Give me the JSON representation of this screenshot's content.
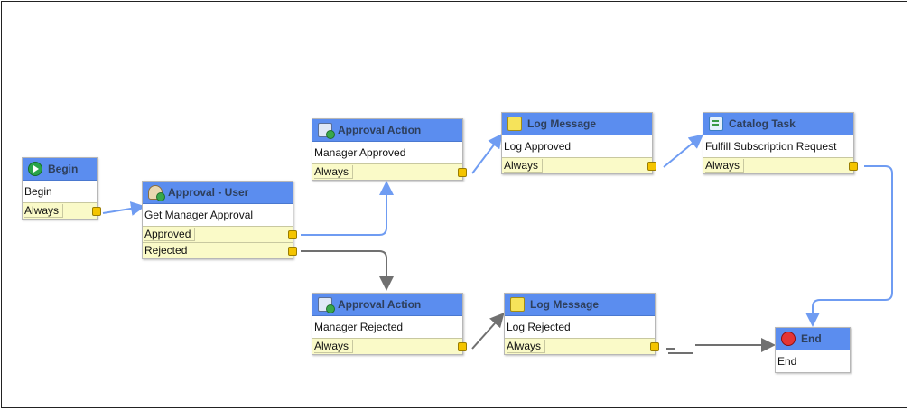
{
  "colors": {
    "active_wire": "#6f9cf2",
    "inactive_wire": "#707070",
    "header": "#5b8def",
    "condition_bg": "#fafac8",
    "port": "#f4c400"
  },
  "nodes": {
    "begin": {
      "title": "Begin",
      "body": "Begin",
      "cond": "Always",
      "icon": "play-icon"
    },
    "approval_user": {
      "title": "Approval - User",
      "body": "Get Manager Approval",
      "cond_approved": "Approved",
      "cond_rejected": "Rejected",
      "icon": "user-approval-icon"
    },
    "approval_action_top": {
      "title": "Approval Action",
      "body": "Manager Approved",
      "cond": "Always",
      "icon": "approval-action-icon"
    },
    "log_top": {
      "title": "Log Message",
      "body": "Log Approved",
      "cond": "Always",
      "icon": "note-icon"
    },
    "catalog_task": {
      "title": "Catalog Task",
      "body": "Fulfill Subscription Request",
      "cond": "Always",
      "icon": "task-icon"
    },
    "approval_action_bottom": {
      "title": "Approval Action",
      "body": "Manager Rejected",
      "cond": "Always",
      "icon": "approval-action-icon"
    },
    "log_bottom": {
      "title": "Log Message",
      "body": "Log Rejected",
      "cond": "Always",
      "icon": "note-icon"
    },
    "end": {
      "title": "End",
      "body": "End",
      "icon": "stop-icon"
    }
  }
}
